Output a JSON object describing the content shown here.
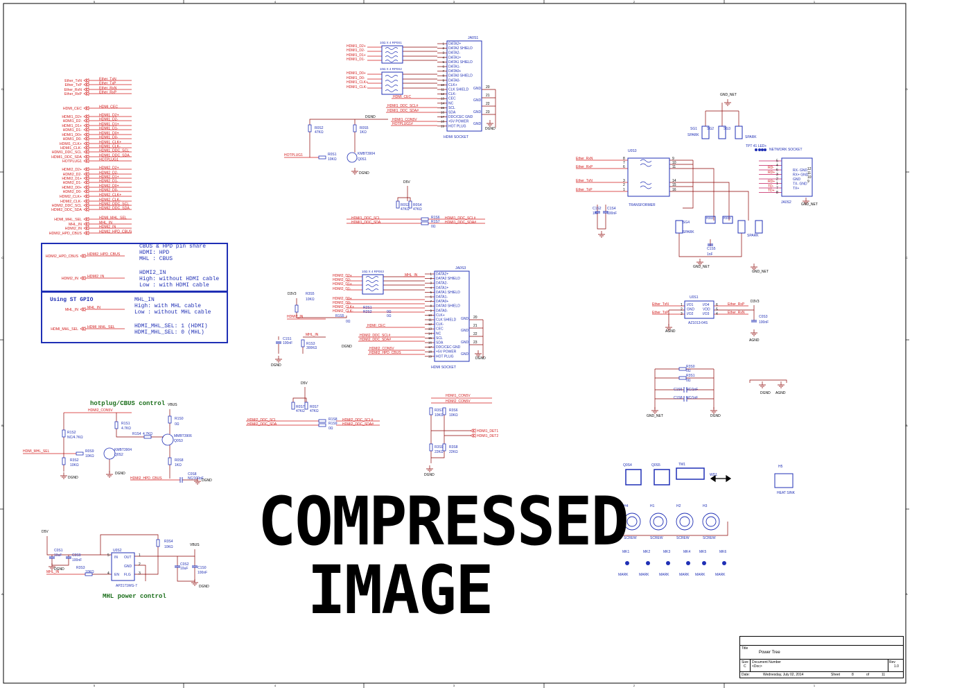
{
  "sheet": {
    "frame_cols": [
      "5",
      "4",
      "3",
      "2",
      "1"
    ],
    "frame_rows": [
      "D",
      "C",
      "B",
      "A"
    ],
    "watermark": [
      "COMPRESSED",
      "IMAGE"
    ]
  },
  "titles": {
    "hotplug": "hotplug/CBUS control",
    "mhl_power": "MHL power control"
  },
  "notes": {
    "cbus": "CBUS & HPD pin share\nHDMI: HPD\nMHL : CBUS",
    "hdmi2_in": "HDMI2_IN\nHigh: without HDMI cable\nLow : with HDMI cable",
    "gpio_head": "Using ST GPIO",
    "mhl_in": "MHL_IN\nHigh: with MHL cable\nLow : without MHL cable",
    "mhl_sel": "HDMI_MHL_SEL: 1 (HDMI)\nHDMI_MHL_SEL: 0 (MHL)"
  },
  "ports_left": [
    [
      "Ether_TxN",
      "Ether_TxN"
    ],
    [
      "Ether_TxP",
      "Ether_TxP"
    ],
    [
      "Ether_RxN",
      "Ether_RxN"
    ],
    [
      "Ether_RxP",
      "Ether_RxP"
    ],
    [
      "HDMI_CEC",
      "HDMI_CEC"
    ],
    [
      "HDMI1_D2+",
      "HDMI1_D2+"
    ],
    [
      "HDMI1_D2-",
      "HDMI1_D2-"
    ],
    [
      "HDMI1_D1+",
      "HDMI1_D1+"
    ],
    [
      "HDMI1_D1-",
      "HDMI1_D1-"
    ],
    [
      "HDMI1_D0+",
      "HDMI1_D0+"
    ],
    [
      "HDMI1_D0-",
      "HDMI1_D0-"
    ],
    [
      "HDMI1_CLK+",
      "HDMI1_CLK+"
    ],
    [
      "HDMI1_CLK-",
      "HDMI1_CLK-"
    ],
    [
      "HDMI1_DDC_SCL",
      "HDMI1_DDC_SCL"
    ],
    [
      "HDMI1_DDC_SDA",
      "HDMI1_DDC_SDA"
    ],
    [
      "HOTPLUG1",
      "HOTPLUG1"
    ],
    [
      "HDMI2_D2+",
      "HDMI2_D2+"
    ],
    [
      "HDMI2_D2-",
      "HDMI2_D2-"
    ],
    [
      "HDMI2_D1+",
      "HDMI2_D1+"
    ],
    [
      "HDMI2_D1-",
      "HDMI2_D1-"
    ],
    [
      "HDMI2_D0+",
      "HDMI2_D0+"
    ],
    [
      "HDMI2_D0-",
      "HDMI2_D0-"
    ],
    [
      "HDMI2_CLK+",
      "HDMI2_CLK+"
    ],
    [
      "HDMI2_CLK-",
      "HDMI2_CLK-"
    ],
    [
      "HDMI2_DDC_SCL",
      "HDMI2_DDC_SCL"
    ],
    [
      "HDMI2_DDC_SDA",
      "HDMI2_DDC_SDA"
    ],
    [
      "HDMI_MHL_SEL",
      "HDMI_MHL_SEL"
    ],
    [
      "MHL_IN",
      "MHL_IN"
    ],
    [
      "HDMI2_IN",
      "HDMI2_IN"
    ],
    [
      "HDMI2_HPD_CBUS",
      "HDMI2_HPD_CBUS"
    ]
  ],
  "hdmi_pins": [
    "DATA2+",
    "DATA2 SHIELD",
    "DATA2-",
    "DATA1+",
    "DATA1 SHIELD",
    "DATA1-",
    "DATA0+",
    "DATA0 SHIELD",
    "DATA0-",
    "CLK+",
    "CLK SHIELD",
    "CLK-",
    "CEC",
    "NC",
    "SCL",
    "SDA",
    "DDC/CEC GND",
    "+5V POWER",
    "HOT PLUG"
  ],
  "ja0s1": {
    "ref": "JA0S1",
    "name": "HDMI SOCKET",
    "nets": [
      "HDMI1_D2+",
      "HDMI1_D2-",
      "HDMI1_D1+",
      "HDMI1_D1-",
      "HDMI1_D0+",
      "HDMI1_D0-",
      "HDMI1_CLK+",
      "HDMI1_CLK-",
      "HDMI_CEC",
      "HDMI1_DDC_SCL#",
      "HDMI1_DDC_SDA#",
      "DGND",
      "HDMI1_CON5V",
      "HOTPLUG1#"
    ],
    "rp1": "10Ω X 4   RP0S1",
    "rp2": "10Ω X 4   RP0S2",
    "gnd_pins": [
      "20",
      "21",
      "22",
      "23"
    ]
  },
  "ja0s3": {
    "ref": "JA0S3",
    "name": "HDMI SOCKET",
    "nets": [
      "HDMI2_D2+",
      "HDMI2_D2-",
      "HDMI2_D1+",
      "HDMI2_D1-",
      "HDMI2_D0+",
      "HDMI2_D0-",
      "HDMI2_CLK+",
      "HDMI2_CLK-",
      "HDMI_CEC",
      "HDMI2_DDC_SCL#",
      "HDMI2_DDC_SDA#",
      "HDMI2_CON5V",
      "HDMI2_HPD_CBUS"
    ],
    "rp": "10Ω X 4   RP0S3"
  },
  "q0s1": {
    "ref": "Q0S1",
    "part": "KMBT3904",
    "r1": "R0S1",
    "r1v": "10KΩ",
    "r2": "R0S2",
    "r2v": "47KΩ",
    "r3": "R0S5",
    "r3v": "1KΩ"
  },
  "ddc1": {
    "d5v": "D5V",
    "r1": "R0S3",
    "r1v": "47KΩ",
    "r2": "R0S4",
    "r2v": "47KΩ",
    "r3": "R1S6",
    "r4": "R1S7",
    "rv": "0Ω",
    "scl": "HDMI1_DDC_SCL",
    "sda": "HDMI1_DDC_SDA",
    "scl2": "HDMI1_DDC_SCL#",
    "sda2": "HDMI1_DDC_SDA#"
  },
  "ddc2": {
    "d5v": "D5V",
    "r1": "R0S7",
    "r2": "R0S7",
    "rv": "47KΩ",
    "r3": "R1S8",
    "r4": "R1S9",
    "r0": "0Ω",
    "scl": "HDMI2_DDC_SCL",
    "sda": "HDMI2_DDC_SDA",
    "scl2": "HDMI2_DDC_SCL#",
    "sda2": "HDMI2_DDC_SDA#"
  },
  "det": {
    "n1": "HDMI1_CON5V",
    "n2": "HDMI2_CON5V",
    "r1": "R3S7",
    "r2": "R3S6",
    "r3": "R3S9",
    "r4": "R3S8",
    "v1": "10KΩ",
    "v2": "22KΩ",
    "o1": "HDMI1_DET1",
    "o2": "HDMI1_DET2",
    "gnd": "DGND"
  },
  "hdmi2in": {
    "d3v3": "D3V3",
    "r": "R3S5",
    "rv": "10KΩ",
    "c": "C1S1",
    "cv": "100nF",
    "r2": "R1S3",
    "r2v": "300KΩ",
    "net": "HDMI2_IN",
    "mhl": "MHL_IN",
    "rs": "R2S1",
    "rs2": "R2S2",
    "r1s5": "R1S5",
    "v0": "0Ω",
    "gnd": "DGND"
  },
  "transformer": {
    "ref": "U0S3",
    "name": "TRANSFORMER",
    "c1": "C1S2",
    "c1v": "1nF",
    "c2": "C1S4",
    "c2v": "100nF",
    "nets": [
      "Ether_RxN",
      "Ether_RxP",
      "Ether_TxN",
      "Ether_TxP"
    ],
    "pins_l": [
      "8",
      "7",
      "3",
      "2",
      "1"
    ],
    "pins_r": [
      "9",
      "10",
      "11",
      "14",
      "15",
      "16"
    ]
  },
  "rj45": {
    "ref": "JA0S2",
    "name": "NETWORK SOCKET",
    "gnd": "GND_NET",
    "pins": [
      "RX- GND",
      "RX+ GND",
      "GND",
      "TX- GND",
      "TX+"
    ],
    "sg": [
      "SG1",
      "SG2",
      "SG3",
      "SG4",
      "SG5",
      "SG6"
    ],
    "spark": "SPARK",
    "c": "C1S5",
    "cv": "1nF"
  },
  "u0s1": {
    "ref": "U0S1",
    "part": "AZ1013-04S",
    "d3v3": "D3V3",
    "c": "C0S3",
    "cv": "100nF",
    "gnd": "AGND",
    "left": [
      "Ether_TxN",
      "",
      "Ether_TxP"
    ],
    "right": [
      "Ether_RxP",
      "",
      "Ether_RxN"
    ],
    "pins": [
      "I/O1",
      "GND",
      "I/O2",
      "I/O4",
      "VDD",
      "I/O3"
    ]
  },
  "gndnet": {
    "r1": "R3S0",
    "r2": "R3S1",
    "rv": "0Ω",
    "c1": "C1S6",
    "c2": "C1S8",
    "cv": "NC/1nF",
    "g1": "GND_NET",
    "g2": "DGND",
    "g3": "AGND"
  },
  "hotplug": {
    "vbus": "VBUS",
    "con": "HDMI2_CON5V",
    "r1": "R1S1",
    "r1v": "4.7KΩ",
    "r2": "R1S2",
    "r2v": "NC/4.7KΩ",
    "r3": "R1S4",
    "r3v": "4.7KΩ",
    "r4": "R1S0",
    "r4v": "0Ω",
    "q1": "Q0S2",
    "q1p": "KMBT3904",
    "q2": "Q0S3",
    "q2p": "MMBT3906",
    "r5": "R0S8",
    "r5v": "1KΩ",
    "r6": "R3S2",
    "r6v": "10KΩ",
    "r7": "R0S9",
    "r7v": "10KΩ",
    "c": "C0S8",
    "cv": "NC/100pF",
    "sel": "HDMI_MHL_SEL",
    "hpd": "HDMI2_HPD_CBUS",
    "gnd": "DGND"
  },
  "mhlpwr": {
    "d5v": "D5V",
    "u": "U0S2",
    "part": "AP2171WG-7",
    "pins": [
      "IN",
      "OUT",
      "GND",
      "EN",
      "FLG"
    ],
    "c1": "C0S1",
    "c1v": "10uF",
    "c2": "C0S9",
    "c2v": "100nF",
    "c3": "C0S2",
    "c3v": "10uF",
    "c4": "C1S0",
    "c4v": "100nF",
    "r1": "R3S4",
    "r1v": "10KΩ",
    "r2": "R3S3",
    "r2v": "10KΩ",
    "vbus": "VBUS",
    "in": "MHL_IN",
    "gnd": "DGND"
  },
  "mech": {
    "q0s4": "Q0S4",
    "q0s5": "Q0S5",
    "tm1": "TM1",
    "wd1": "WD1",
    "h5": "H5",
    "heatsink": "HEAT SINK",
    "screws": [
      "H4",
      "H1",
      "H2",
      "H3"
    ],
    "screw": "SCREW",
    "marks": [
      "MK1",
      "MK2",
      "MK3",
      "MK4",
      "MK5",
      "MK6"
    ],
    "mark": "MARK"
  },
  "title_block": {
    "title_lbl": "Title",
    "title": "Power Tree",
    "size_lbl": "Size",
    "size": "C",
    "doc_lbl": "Document Number",
    "doc": "<Doc>",
    "rev_lbl": "Rev",
    "rev": "1.0",
    "date_lbl": "Date:",
    "date": "Wednesday, July 02, 2014",
    "sheet_lbl": "Sheet",
    "sheet": "8",
    "of": "of",
    "total": "11"
  }
}
